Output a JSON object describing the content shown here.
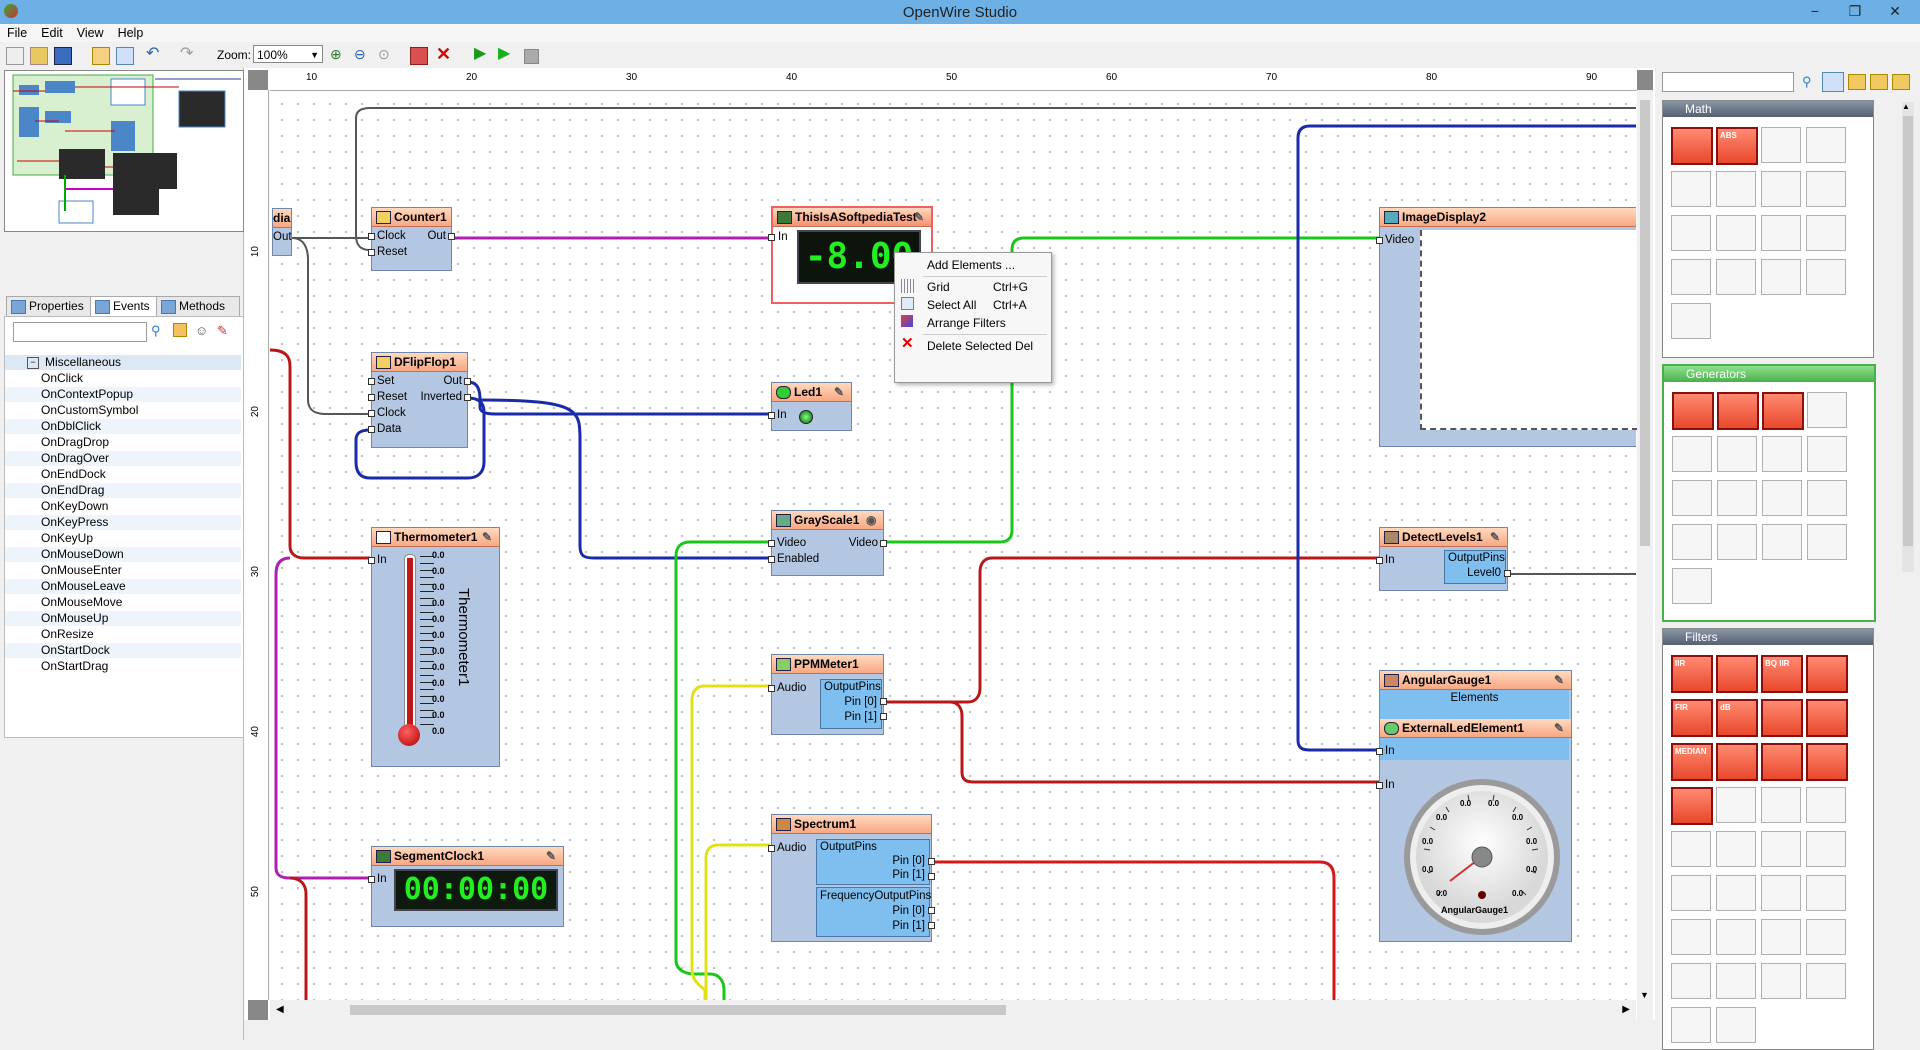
{
  "window": {
    "title": "OpenWire Studio",
    "minimize": "−",
    "restore": "❐",
    "close": "✕"
  },
  "menu": {
    "file": "File",
    "edit": "Edit",
    "view": "View",
    "help": "Help"
  },
  "toolbar": {
    "zoom_label": "Zoom:",
    "zoom_value": "100%"
  },
  "tabs": {
    "properties": "Properties",
    "events": "Events",
    "methods": "Methods"
  },
  "events": {
    "group": "Miscellaneous",
    "items": [
      "OnClick",
      "OnContextPopup",
      "OnCustomSymbol",
      "OnDblClick",
      "OnDragDrop",
      "OnDragOver",
      "OnEndDock",
      "OnEndDrag",
      "OnKeyDown",
      "OnKeyPress",
      "OnKeyUp",
      "OnMouseDown",
      "OnMouseEnter",
      "OnMouseLeave",
      "OnMouseMove",
      "OnMouseUp",
      "OnResize",
      "OnStartDock",
      "OnStartDrag"
    ]
  },
  "ruler": {
    "top": [
      "10",
      "20",
      "30",
      "40",
      "50",
      "60",
      "70",
      "80",
      "90"
    ],
    "left": [
      "10",
      "20",
      "30",
      "40",
      "50"
    ]
  },
  "components": {
    "media": {
      "partial_title": "dia",
      "out": "Out"
    },
    "counter": {
      "title": "Counter1",
      "clock": "Clock",
      "reset": "Reset",
      "out": "Out"
    },
    "softpedia": {
      "title": "ThisIsASoftpediaTest",
      "in": "In",
      "digits": "-8.00"
    },
    "dflipflop": {
      "title": "DFlipFlop1",
      "set": "Set",
      "reset": "Reset",
      "clock": "Clock",
      "data": "Data",
      "out": "Out",
      "inverted": "Inverted"
    },
    "led": {
      "title": "Led1",
      "in": "In"
    },
    "grayscale": {
      "title": "GrayScale1",
      "video_in": "Video",
      "enabled": "Enabled",
      "video_out": "Video"
    },
    "thermometer": {
      "title": "Thermometer1",
      "in": "In",
      "vertical_label": "Thermometer1",
      "ticks": [
        "0.0",
        "0.0",
        "0.0",
        "0.0",
        "0.0",
        "0.0",
        "0.0",
        "0.0",
        "0.0",
        "0.0",
        "0.0",
        "0.0"
      ]
    },
    "ppmmeter": {
      "title": "PPMMeter1",
      "audio": "Audio",
      "outputpins": "OutputPins",
      "pin0": "Pin [0]",
      "pin1": "Pin [1]"
    },
    "spectrum": {
      "title": "Spectrum1",
      "audio": "Audio",
      "outputpins": "OutputPins",
      "pin0": "Pin [0]",
      "pin1": "Pin [1]",
      "freq": "FrequencyOutputPins",
      "fpin0": "Pin [0]",
      "fpin1": "Pin [1]"
    },
    "segclock": {
      "title": "SegmentClock1",
      "in": "In",
      "digits": "00:00:00"
    },
    "imagedisplay": {
      "title": "ImageDisplay2",
      "video": "Video"
    },
    "detectlevels": {
      "title": "DetectLevels1",
      "in": "In",
      "outputpins": "OutputPins",
      "level0": "Level0"
    },
    "angulargauge": {
      "title": "AngularGauge1",
      "elements": "Elements",
      "extled": "ExternalLedElement1",
      "in1": "In",
      "in2": "In",
      "dial_label": "AngularGauge1",
      "dial_ticks": [
        "0.0",
        "0.0",
        "0.0",
        "0.0",
        "0.0",
        "0.0",
        "0.0",
        "0.0",
        "0.0",
        "0.0"
      ]
    }
  },
  "context_menu": {
    "add": "Add Elements ...",
    "grid": "Grid",
    "grid_sc": "Ctrl+G",
    "select_all": "Select All",
    "select_all_sc": "Ctrl+A",
    "arrange": "Arrange Filters",
    "delete": "Delete Selected Del"
  },
  "palettes": {
    "math": "Math",
    "generators": "Generators",
    "filters": "Filters"
  },
  "tile_labels": {
    "abs": "ABS",
    "fir": "FIR",
    "iir": "IIR",
    "biquad": "BQ IIR",
    "db": "dB",
    "median": "MEDIAN"
  }
}
